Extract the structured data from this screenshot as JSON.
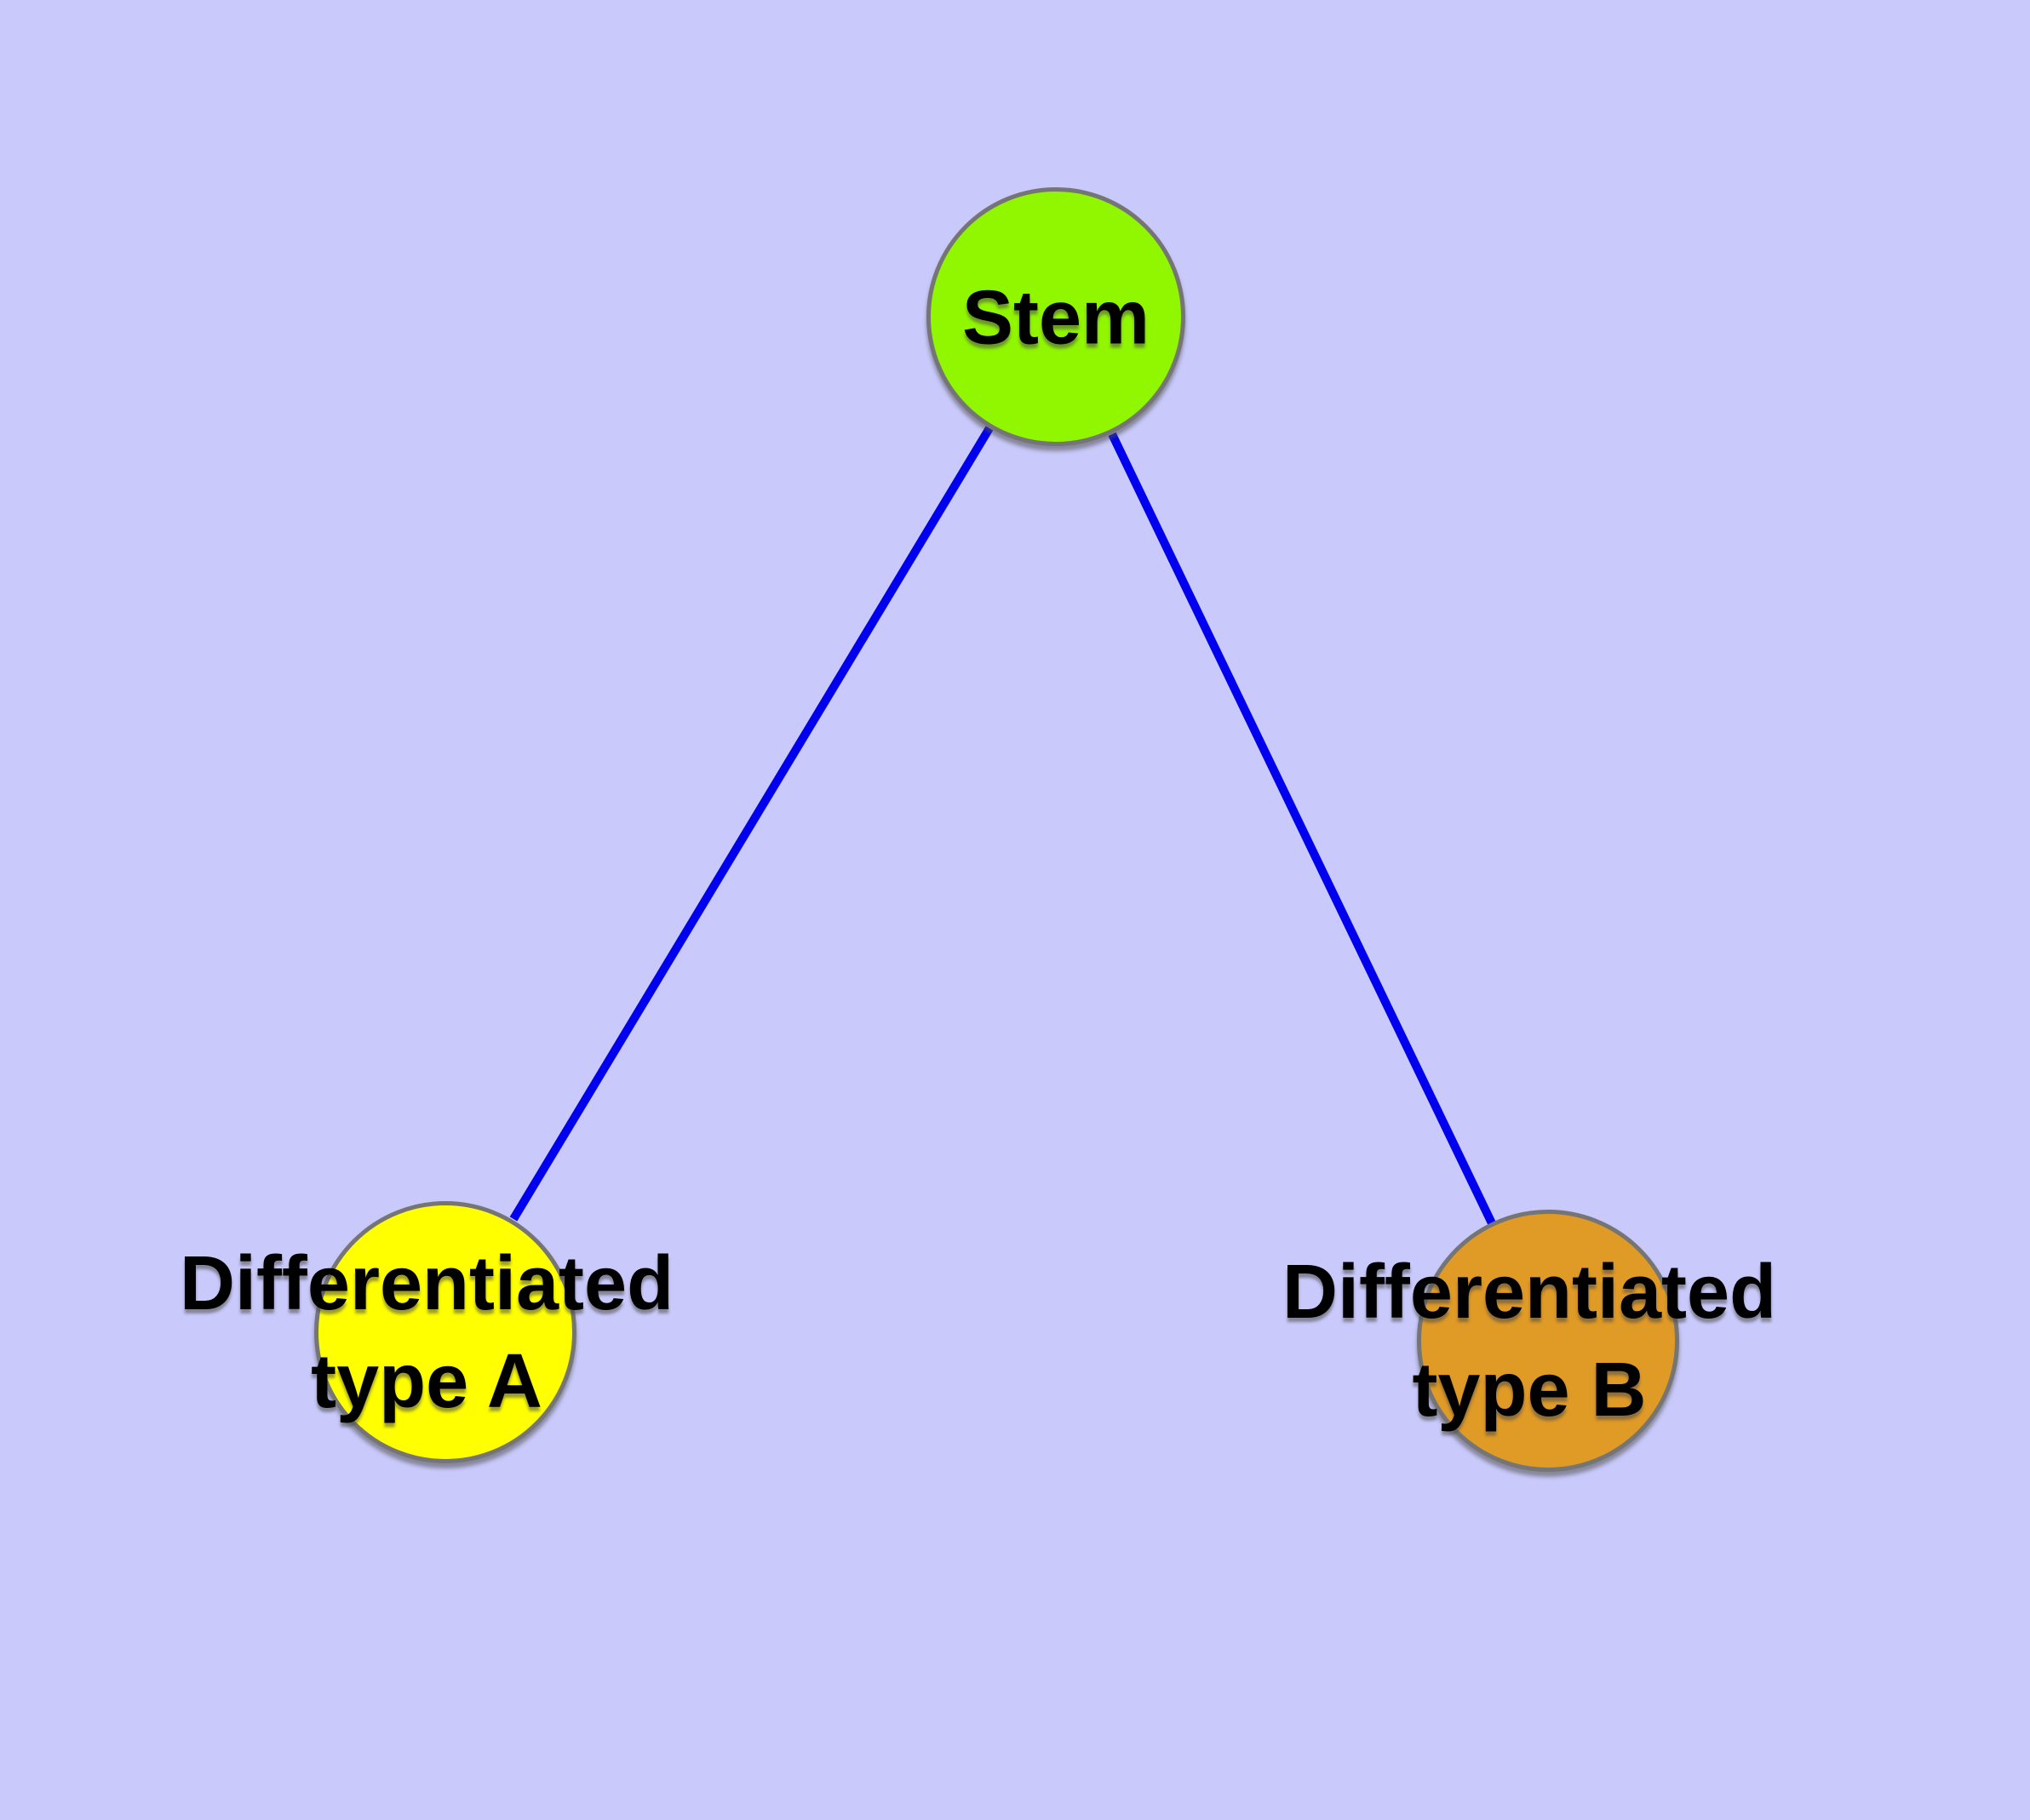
{
  "canvas": {
    "background": "#C9C9FB"
  },
  "diagram": {
    "type": "graph",
    "description": "Stem cell differentiation tree: one parent node connected to two child nodes",
    "text_color": "#000000",
    "node_border_color": "#757575",
    "nodes": [
      {
        "id": "stem",
        "label": "Stem",
        "label_lines": [
          "Stem"
        ],
        "shape": "circle",
        "color": "#90F700",
        "border_color": "#757575"
      },
      {
        "id": "differentiated-type-a",
        "label": "Differentiated type A",
        "label_lines": [
          "Differentiated",
          "type A"
        ],
        "shape": "circle",
        "color": "#FFFF00",
        "border_color": "#757575"
      },
      {
        "id": "differentiated-type-b",
        "label": "Differentiated type B",
        "label_lines": [
          "Differentiated",
          "type B"
        ],
        "shape": "circle",
        "color": "#E09A26",
        "border_color": "#757575"
      }
    ],
    "edges": [
      {
        "from": "stem",
        "to": "differentiated-type-a",
        "color": "#0000EE"
      },
      {
        "from": "stem",
        "to": "differentiated-type-b",
        "color": "#0000EE"
      }
    ]
  }
}
